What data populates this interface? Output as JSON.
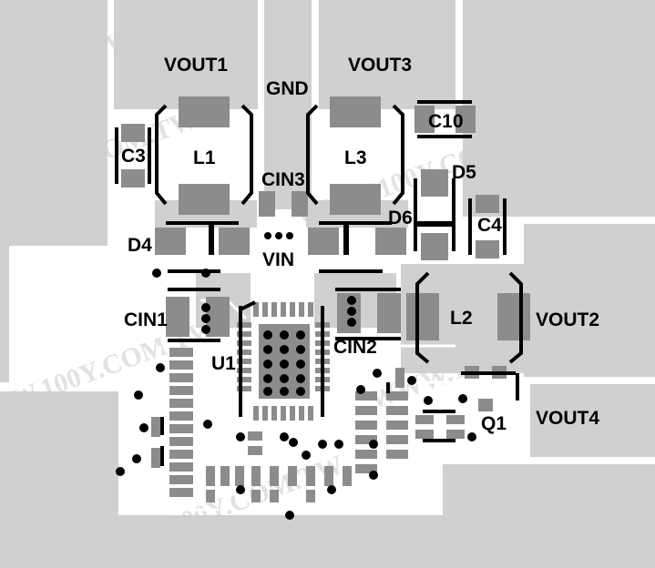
{
  "colors": {
    "background": "#ffffff",
    "copper": "#d0d0d0",
    "pad": "#8c8c8c",
    "silkscreen": "#000000",
    "via": "#000000",
    "watermark": "#cfcfcf"
  },
  "labels": {
    "vout1": "VOUT1",
    "gnd": "GND",
    "vout3": "VOUT3",
    "c10": "C10",
    "c3": "C3",
    "l1": "L1",
    "l3": "L3",
    "cin3": "CIN3",
    "d5": "D5",
    "d6": "D6",
    "c4": "C4",
    "d4": "D4",
    "vin": "VIN",
    "cin1": "CIN1",
    "l2": "L2",
    "vout2": "VOUT2",
    "u1": "U1",
    "cin2": "CIN2",
    "vout4": "VOUT4",
    "q1": "Q1"
  },
  "watermark": "WWW.100Y.COM.TW"
}
